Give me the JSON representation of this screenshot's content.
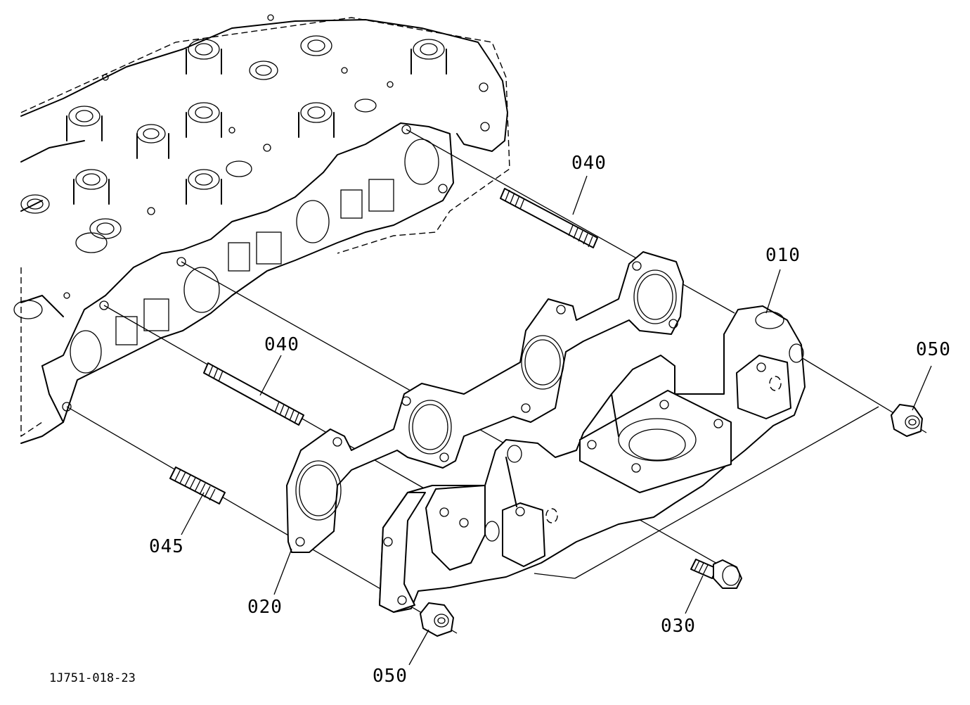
{
  "labels": {
    "p010": "010",
    "p020": "020",
    "p030": "030",
    "p040_top": "040",
    "p040_mid": "040",
    "p045": "045",
    "p050_right": "050",
    "p050_bottom": "050"
  },
  "drawing_code": "1J751-018-23",
  "colors": {
    "line": "#000000",
    "background": "#ffffff"
  }
}
